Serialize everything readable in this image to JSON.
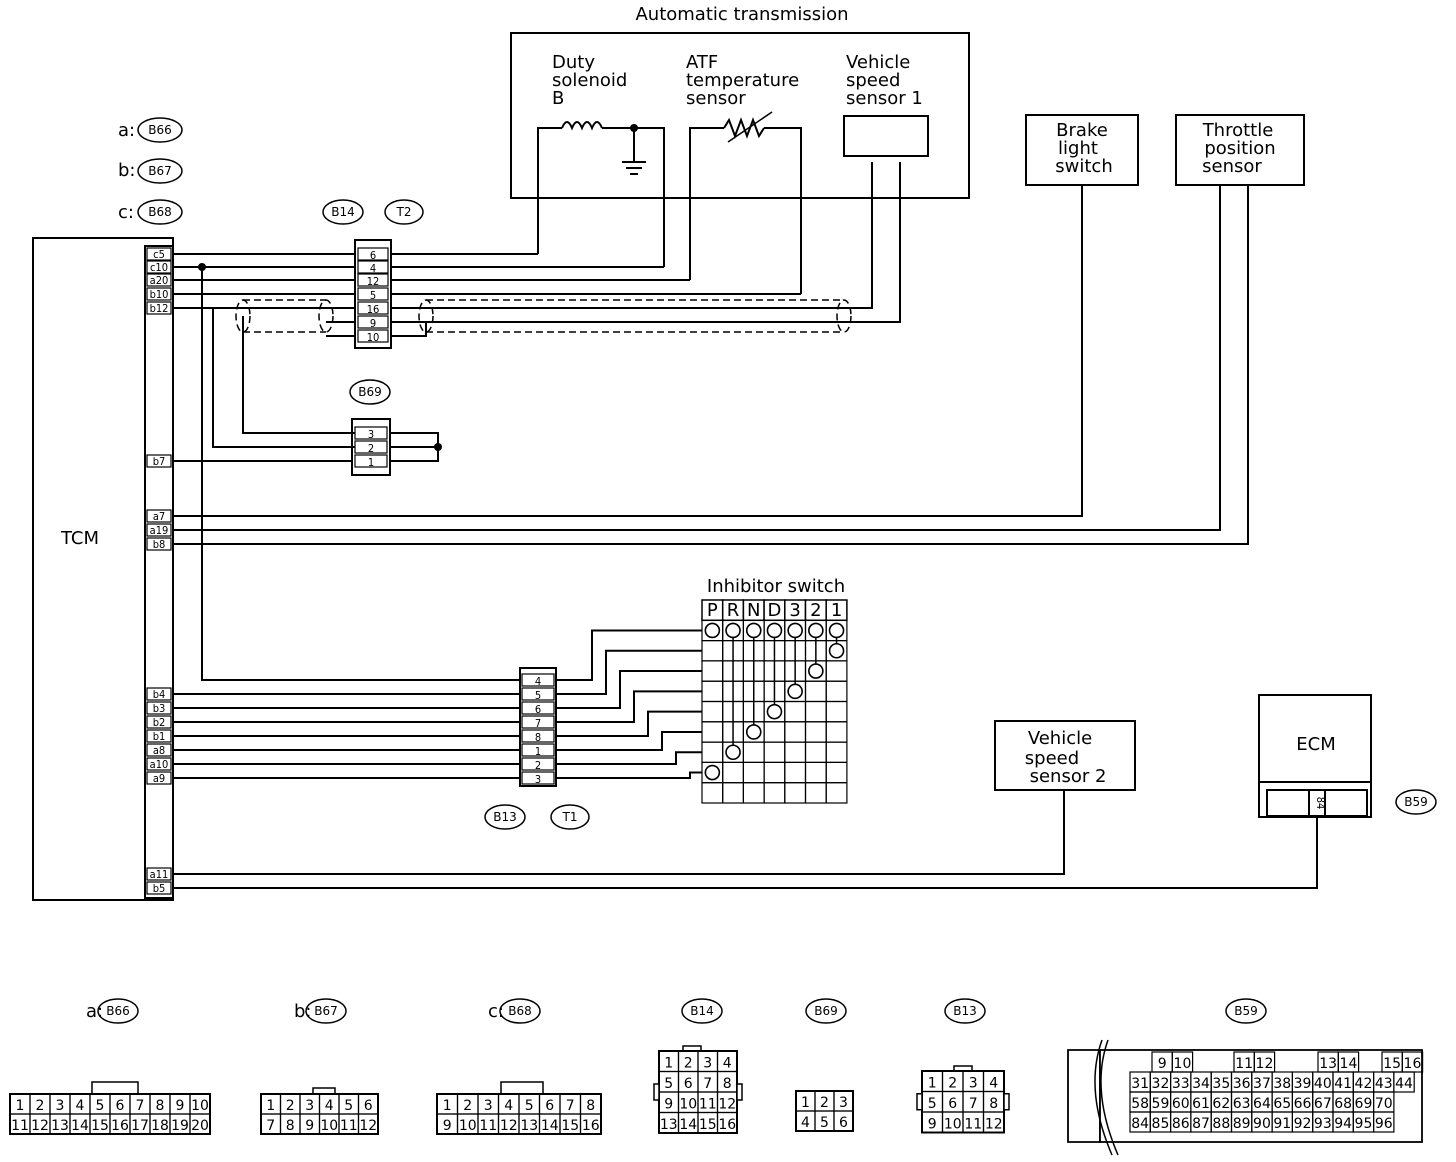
{
  "title": "Automatic transmission",
  "components": {
    "tcm": "TCM",
    "duty_solenoid": [
      "Duty",
      "solenoid",
      "B"
    ],
    "atf_sensor": [
      "ATF",
      "temperature",
      "sensor"
    ],
    "vss1": [
      "Vehicle",
      "speed",
      "sensor 1"
    ],
    "brake_switch": [
      "Brake",
      "light",
      "switch"
    ],
    "throttle_sensor": [
      "Throttle",
      "position",
      "sensor"
    ],
    "inhibitor_switch": "Inhibitor switch",
    "vss2": [
      "Vehicle",
      "speed",
      "sensor 2"
    ],
    "ecm": "ECM"
  },
  "connector_legend": [
    {
      "prefix": "a:",
      "id": "B66"
    },
    {
      "prefix": "b:",
      "id": "B67"
    },
    {
      "prefix": "c:",
      "id": "B68"
    }
  ],
  "connector_ids": {
    "b14": "B14",
    "t2": "T2",
    "b69": "B69",
    "b13": "B13",
    "t1": "T1",
    "b59": "B59"
  },
  "tcm_pins_top": [
    "c5",
    "c10",
    "a20",
    "b10",
    "b12"
  ],
  "tcm_pin_b7": "b7",
  "tcm_pins_mid": [
    "a7",
    "a19",
    "b8"
  ],
  "tcm_pins_inh": [
    "b4",
    "b3",
    "b2",
    "b1",
    "a8",
    "a10",
    "a9"
  ],
  "tcm_pins_bot": [
    "a11",
    "b5"
  ],
  "b14_pins": [
    "6",
    "4",
    "12",
    "5",
    "16",
    "9",
    "10"
  ],
  "b69_pins": [
    "3",
    "2",
    "1"
  ],
  "b13_pins": [
    "4",
    "5",
    "6",
    "7",
    "8",
    "1",
    "2",
    "3"
  ],
  "ecm_pin": "84",
  "inhibitor_positions": [
    "P",
    "R",
    "N",
    "D",
    "3",
    "2",
    "1"
  ],
  "bottom_connectors": {
    "b66": {
      "prefix": "a:",
      "id": "B66",
      "rows": [
        [
          "1",
          "2",
          "3",
          "4",
          "5",
          "6",
          "7",
          "8",
          "9",
          "10"
        ],
        [
          "11",
          "12",
          "13",
          "14",
          "15",
          "16",
          "17",
          "18",
          "19",
          "20"
        ]
      ]
    },
    "b67": {
      "prefix": "b:",
      "id": "B67",
      "rows": [
        [
          "1",
          "2",
          "3",
          "4",
          "5",
          "6"
        ],
        [
          "7",
          "8",
          "9",
          "10",
          "11",
          "12"
        ]
      ]
    },
    "b68": {
      "prefix": "c:",
      "id": "B68",
      "rows": [
        [
          "1",
          "2",
          "3",
          "4",
          "5",
          "6",
          "7",
          "8"
        ],
        [
          "9",
          "10",
          "11",
          "12",
          "13",
          "14",
          "15",
          "16"
        ]
      ]
    },
    "b14": {
      "prefix": "",
      "id": "B14",
      "rows": [
        [
          "1",
          "2",
          "3",
          "4"
        ],
        [
          "5",
          "6",
          "7",
          "8"
        ],
        [
          "9",
          "10",
          "11",
          "12"
        ],
        [
          "13",
          "14",
          "15",
          "16"
        ]
      ]
    },
    "b69": {
      "prefix": "",
      "id": "B69",
      "rows": [
        [
          "1",
          "2",
          "3"
        ],
        [
          "4",
          "5",
          "6"
        ]
      ]
    },
    "b13": {
      "prefix": "",
      "id": "B13",
      "rows": [
        [
          "1",
          "2",
          "3",
          "4"
        ],
        [
          "5",
          "6",
          "7",
          "8"
        ],
        [
          "9",
          "10",
          "11",
          "12"
        ]
      ]
    },
    "b59": {
      "prefix": "",
      "id": "B59",
      "rows": [
        [
          "9",
          "10",
          "11",
          "12",
          "13",
          "14",
          "15",
          "16"
        ],
        [
          "31",
          "32",
          "33",
          "34",
          "35",
          "36",
          "37",
          "38",
          "39",
          "40",
          "41",
          "42",
          "43",
          "44"
        ],
        [
          "58",
          "59",
          "60",
          "61",
          "62",
          "63",
          "64",
          "65",
          "66",
          "67",
          "68",
          "69",
          "70"
        ],
        [
          "84",
          "85",
          "86",
          "87",
          "88",
          "89",
          "90",
          "91",
          "92",
          "93",
          "94",
          "95",
          "96"
        ]
      ]
    }
  }
}
